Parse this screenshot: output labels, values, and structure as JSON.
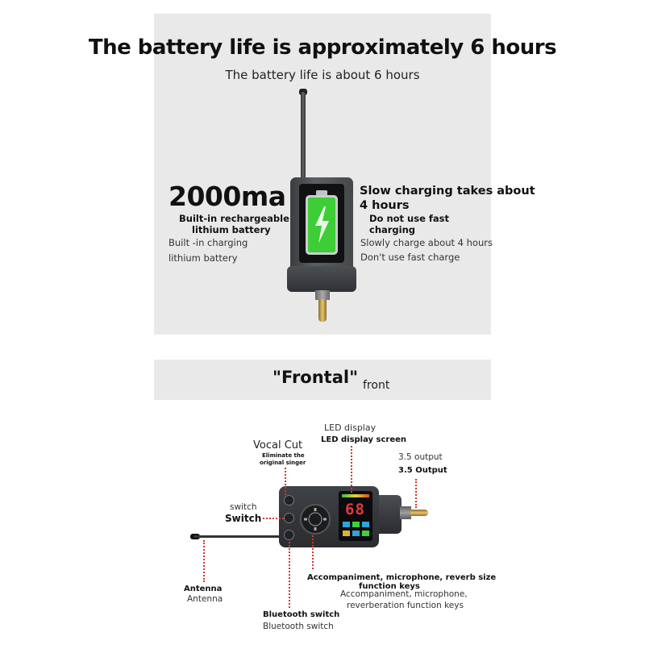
{
  "header": {
    "title": "The battery life is approximately 6 hours",
    "subtitle": "The battery life is about 6 hours"
  },
  "battery": {
    "capacity": "2000ma",
    "left_bold": [
      "Built-in rechargeable",
      "lithium battery"
    ],
    "left_plain": [
      "Built -in charging",
      "lithium battery"
    ],
    "right_heading": [
      "Slow charging takes about",
      "4 hours"
    ],
    "right_bold": [
      "Do not use fast",
      "charging"
    ],
    "right_plain": [
      "Slowly charge about 4 hours",
      "Don't use fast charge"
    ],
    "battery_color": "#3fd13a",
    "battery_icon": "lightning-bolt-icon"
  },
  "frontal": {
    "title": "\"Frontal\"",
    "subtitle": "front"
  },
  "callouts": {
    "led_display": "LED display",
    "led_display_screen": "LED display screen",
    "vocal_cut": "Vocal Cut",
    "vocal_cut_desc": [
      "Eliminate the",
      "original singer"
    ],
    "output_plain": "3.5 output",
    "output_bold": "3.5 Output",
    "switch_plain": "switch",
    "switch_bold": "Switch",
    "antenna_bold": "Antenna",
    "antenna_plain": "Antenna",
    "accomp_bold": [
      "Accompaniment, microphone, reverb size",
      "function keys"
    ],
    "accomp_plain": [
      "Accompaniment, microphone,",
      "reverberation function keys"
    ],
    "bluetooth_bold": "Bluetooth switch",
    "bluetooth_plain": "Bluetooth switch"
  },
  "lcd": {
    "digits": "68"
  },
  "colors": {
    "panel": "#e9e9e9",
    "callout_line": "#d03a2a",
    "battery_green": "#3fd13a"
  }
}
